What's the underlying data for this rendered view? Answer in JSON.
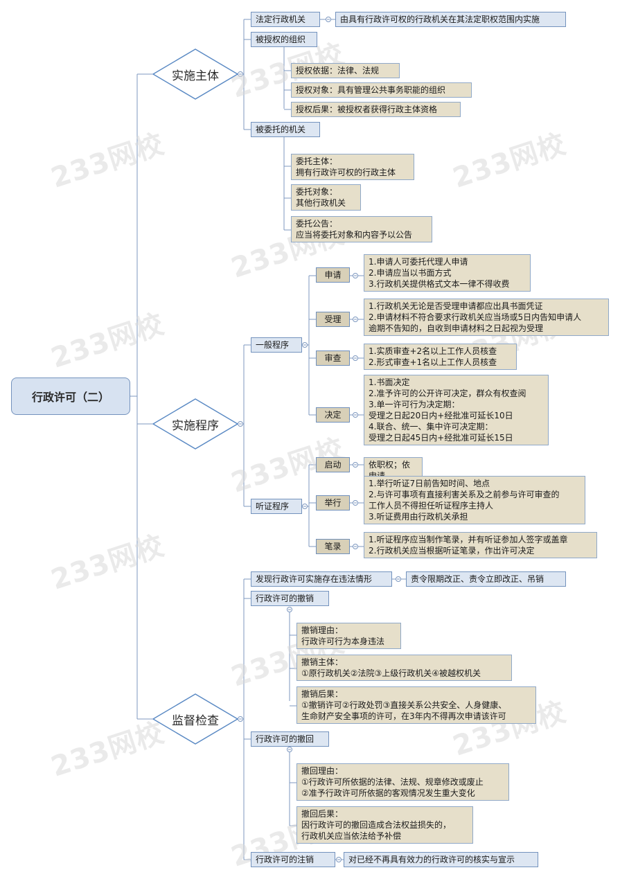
{
  "root": "行政许可（二）",
  "watermark": "233网校",
  "sec1": {
    "title": "实施主体",
    "legal": "法定行政机关",
    "legal_desc": "由具有行政许可权的行政机关在其法定职权范围内实施",
    "auth": "被授权的组织",
    "auth_items": [
      "授权依据：法律、法规",
      "授权对象：具有管理公共事务职能的组织",
      "授权后果：被授权者获得行政主体资格"
    ],
    "entrust": "被委托的机关",
    "entrust_items": [
      "委托主体：\n拥有行政许可权的行政主体",
      "委托对象：\n其他行政机关",
      "委托公告：\n应当将委托对象和内容予以公告"
    ]
  },
  "sec2": {
    "title": "实施程序",
    "general": "一般程序",
    "g_steps": [
      {
        "label": "申请",
        "text": "1.申请人可委托代理人申请\n2.申请应当以书面方式\n3.行政机关提供格式文本一律不得收费"
      },
      {
        "label": "受理",
        "text": "1.行政机关无论是否受理申请都应出具书面凭证\n2.申请材料不符合要求行政机关应当场或5日内告知申请人\n逾期不告知的，自收到申请材料之日起视为受理"
      },
      {
        "label": "审查",
        "text": "1.实质审查+2名以上工作人员核查\n2.形式审查+1名以上工作人员核查"
      },
      {
        "label": "决定",
        "text": "1.书面决定\n2.准予许可的公开许可决定，群众有权查阅\n3.单一许可行为决定期：\n受理之日起20日内+经批准可延长10日\n4.联合、统一、集中许可决定期：\n受理之日起45日内+经批准可延长15日"
      }
    ],
    "hearing": "听证程序",
    "h_steps": [
      {
        "label": "启动",
        "text": "依职权；依申请"
      },
      {
        "label": "举行",
        "text": "1.举行听证7日前告知时间、地点\n2.与许可事项有直接利害关系及之前参与许可审查的\n工作人员不得担任听证程序主持人\n3.听证费用由行政机关承担"
      },
      {
        "label": "笔录",
        "text": "1.听证程序应当制作笔录，并有听证参加人签字或盖章\n2.行政机关应当根据听证笔录，作出许可决定"
      }
    ]
  },
  "sec3": {
    "title": "监督检查",
    "illegal": "发现行政许可实施存在违法情形",
    "illegal_desc": "责令限期改正、责令立即改正、吊销",
    "revoke": "行政许可的撤销",
    "revoke_items": [
      "撤销理由：\n行政许可行为本身违法",
      "撤销主体：\n①原行政机关②法院③上级行政机关④被越权机关",
      "撤销后果：\n①撤销许可②行政处罚③直接关系公共安全、人身健康、\n生命财产安全事项的许可，在3年内不得再次申请该许可"
    ],
    "withdraw": "行政许可的撤回",
    "withdraw_items": [
      "撤回理由：\n①行政许可所依据的法律、法规、规章修改或废止\n②准予行政许可所依据的客观情况发生重大变化",
      "撤回后果：\n因行政许可的撤回造成合法权益损失的，\n行政机关应当依法给予补偿"
    ],
    "cancel": "行政许可的注销",
    "cancel_desc": "对已经不再具有效力的行政许可的核实与宣示"
  }
}
